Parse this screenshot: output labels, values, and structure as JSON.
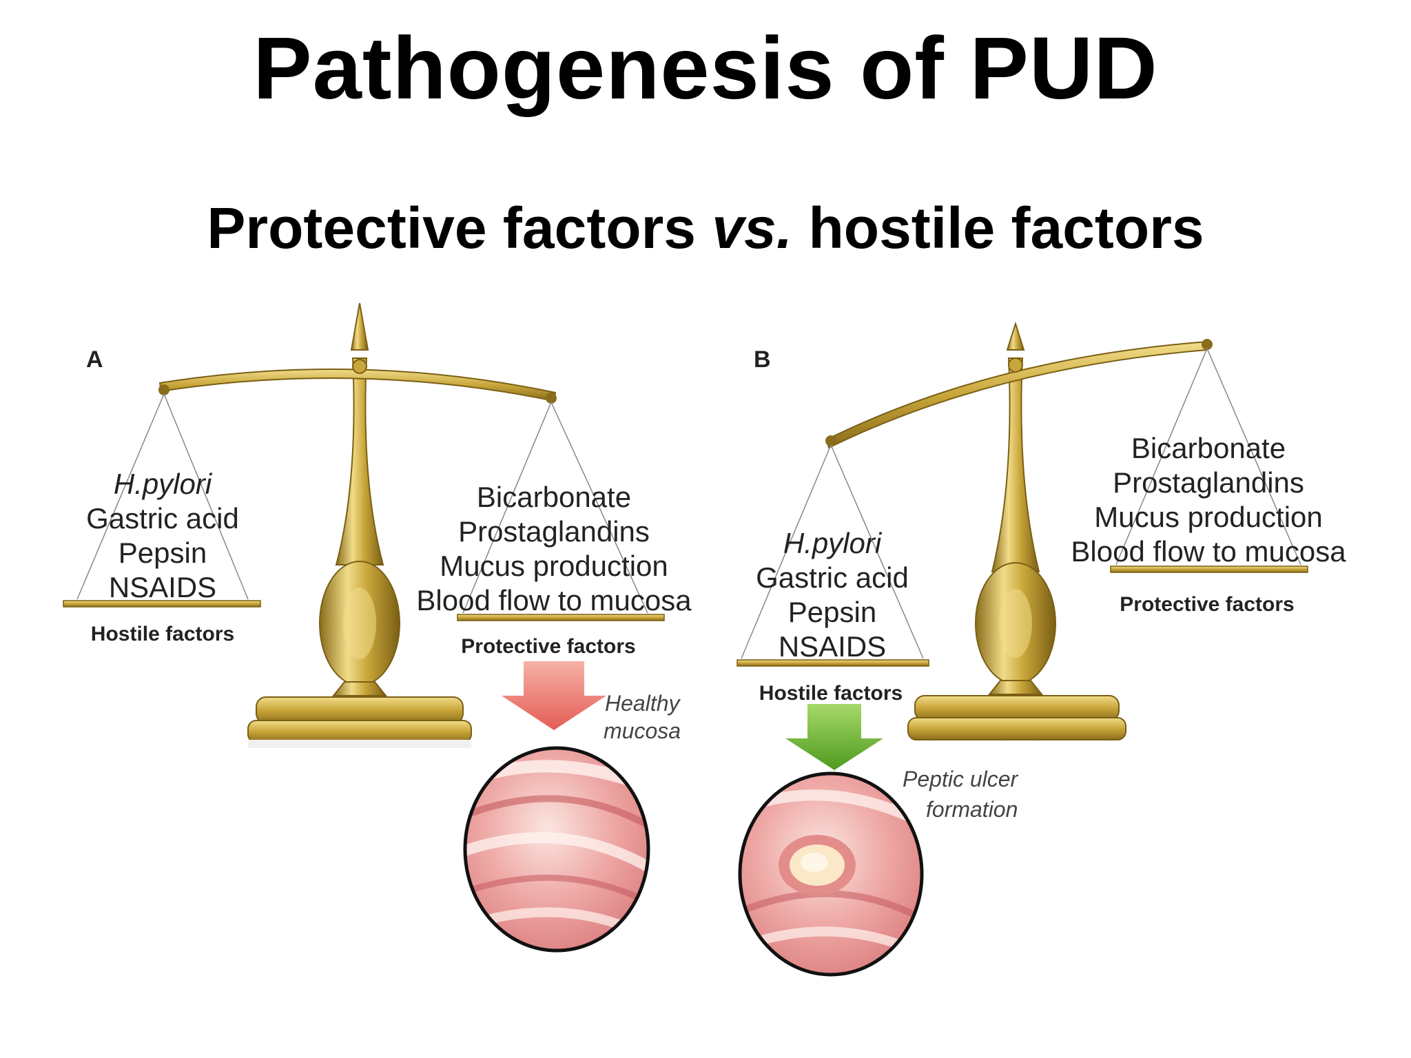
{
  "title": "Pathogenesis of PUD",
  "subtitle": {
    "part1": "Protective factors ",
    "vs": "vs.",
    "part2": " hostile factors"
  },
  "panels": {
    "a": {
      "letter": "A",
      "left_items": [
        "H.pylori",
        "Gastric acid",
        "Pepsin",
        "NSAIDS"
      ],
      "left_caption": "Hostile factors",
      "right_items": [
        "Bicarbonate",
        "Prostaglandins",
        "Mucus production",
        "Blood flow to mucosa"
      ],
      "right_caption": "Protective factors",
      "outcome": [
        "Healthy",
        "mucosa"
      ],
      "arrow_color": "#e8706a"
    },
    "b": {
      "letter": "B",
      "left_items": [
        "H.pylori",
        "Gastric acid",
        "Pepsin",
        "NSAIDS"
      ],
      "left_caption": "Hostile factors",
      "right_items": [
        "Bicarbonate",
        "Prostaglandins",
        "Mucus production",
        "Blood flow to mucosa"
      ],
      "right_caption": "Protective factors",
      "outcome": [
        "Peptic ulcer",
        "formation"
      ],
      "arrow_color": "#6ab82e"
    }
  },
  "colors": {
    "brass": "#c9a63a",
    "brass_light": "#f1dc8a",
    "brass_dark": "#8a6d1c",
    "mucosa": "#e8a0a0"
  }
}
